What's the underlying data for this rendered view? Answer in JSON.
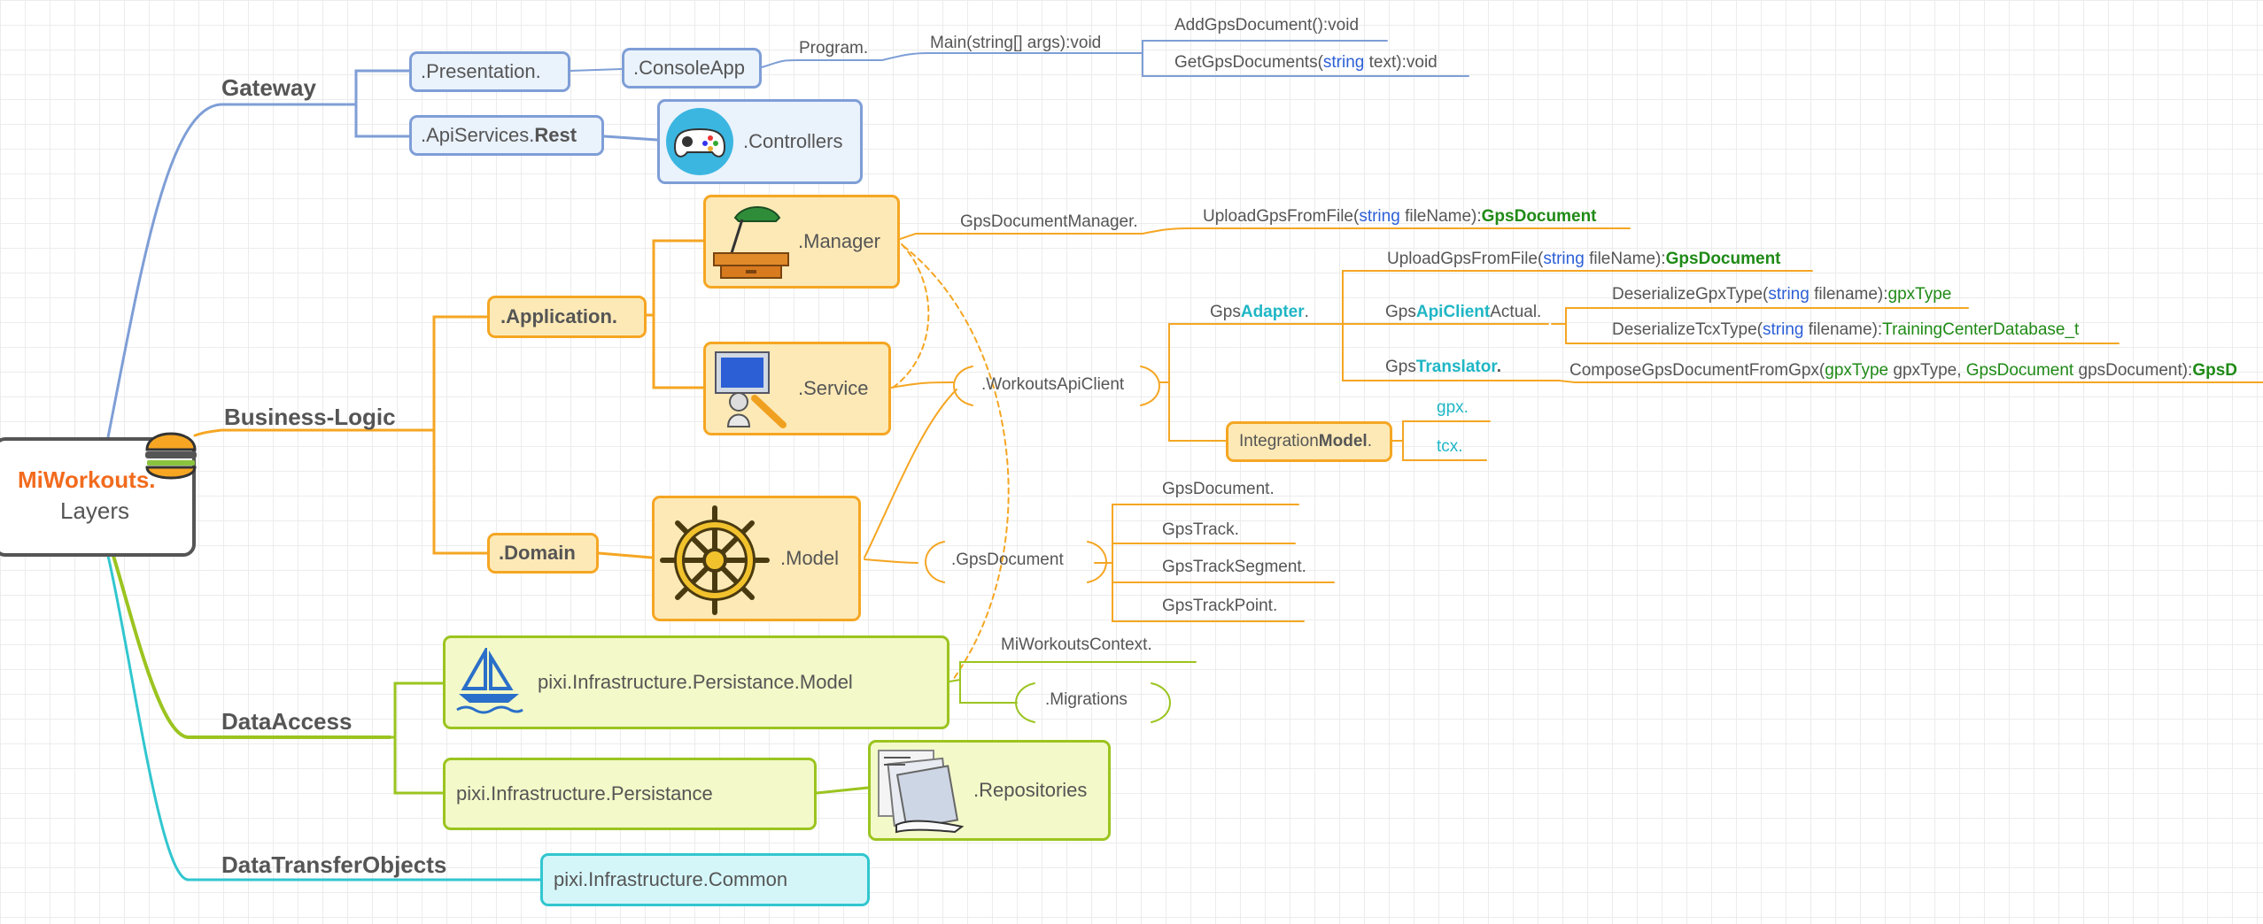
{
  "root": {
    "title": "MiWorkouts.",
    "subtitle": "Layers",
    "icon": "burger-icon"
  },
  "branches": {
    "gateway": "Gateway",
    "business_logic": "Business-Logic",
    "data_access": "DataAccess",
    "dto": "DataTransferObjects"
  },
  "gateway": {
    "presentation": ".Presentation.",
    "console_app": ".ConsoleApp",
    "program": "Program.",
    "main": "Main(string[] args):void",
    "add_gps": "AddGpsDocument():void",
    "get_gps": {
      "pre": "GetGpsDocuments(",
      "kw": "string",
      "post": " text):void"
    },
    "api_services": {
      "pre": ".ApiServices.",
      "bold": "Rest"
    },
    "controllers": ".Controllers",
    "controllers_icon": "gamepad-icon"
  },
  "business": {
    "application": ".Application.",
    "manager": ".Manager",
    "manager_icon": "desk-lamp-icon",
    "gps_doc_manager": "GpsDocumentManager.",
    "upload_from_file": {
      "pre": "UploadGpsFromFile(",
      "kw": "string",
      "mid": " fileName):",
      "ret": "GpsDocument"
    },
    "service": ".Service",
    "service_icon": "computer-user-icon",
    "workouts_api_client": ".WorkoutsApiClient",
    "gps_adapter": {
      "pre": "Gps",
      "hl": "Adapter",
      "post": "."
    },
    "adapter_upload": {
      "pre": "UploadGpsFromFile(",
      "kw": "string",
      "mid": " fileName):",
      "ret": "GpsDocument"
    },
    "api_client_actual": {
      "pre": "Gps",
      "hl": "ApiClient",
      "post": "Actual."
    },
    "deserialize_gpx": {
      "pre": "DeserializeGpxType(",
      "kw": "string",
      "mid": " filename):",
      "ret": "gpxType"
    },
    "deserialize_tcx": {
      "pre": "DeserializeTcxType(",
      "kw": "string",
      "mid": " filename):",
      "ret": "TrainingCenterDatabase_t"
    },
    "gps_translator": {
      "pre": "Gps",
      "hl": "Translator",
      "post": "."
    },
    "compose_gps": {
      "pre": "ComposeGpsDocumentFromGpx(",
      "t1": "gpxType",
      "m1": " gpxType, ",
      "t2": "GpsDocument",
      "m2": " gpsDocument):",
      "ret": "GpsD"
    },
    "integration_model": {
      "pre": "Integration",
      "bold": "Model",
      "post": "."
    },
    "gpx": "gpx.",
    "tcx": "tcx.",
    "domain": ".Domain",
    "model": ".Model",
    "model_icon": "ship-wheel-icon",
    "gps_document": ".GpsDocument",
    "model_items": [
      "GpsDocument.",
      "GpsTrack.",
      "GpsTrackSegment.",
      "GpsTrackPoint."
    ]
  },
  "data_access": {
    "persistance_model": "pixi.Infrastructure.Persistance.Model",
    "persistance_model_icon": "sailboat-icon",
    "context": "MiWorkoutsContext.",
    "migrations": ".Migrations",
    "persistance": "pixi.Infrastructure.Persistance",
    "repositories": ".Repositories",
    "repositories_icon": "documents-icon"
  },
  "dto": {
    "common": "pixi.Infrastructure.Common"
  },
  "colors": {
    "blue": "#7e9ed6",
    "orange": "#f5a623",
    "green": "#9bc41f",
    "cyan": "#31c6cf",
    "root_title": "#f26b1d",
    "keyword": "#2c5fd6",
    "type": "#1f8a16",
    "highlight": "#1fb6c5"
  }
}
